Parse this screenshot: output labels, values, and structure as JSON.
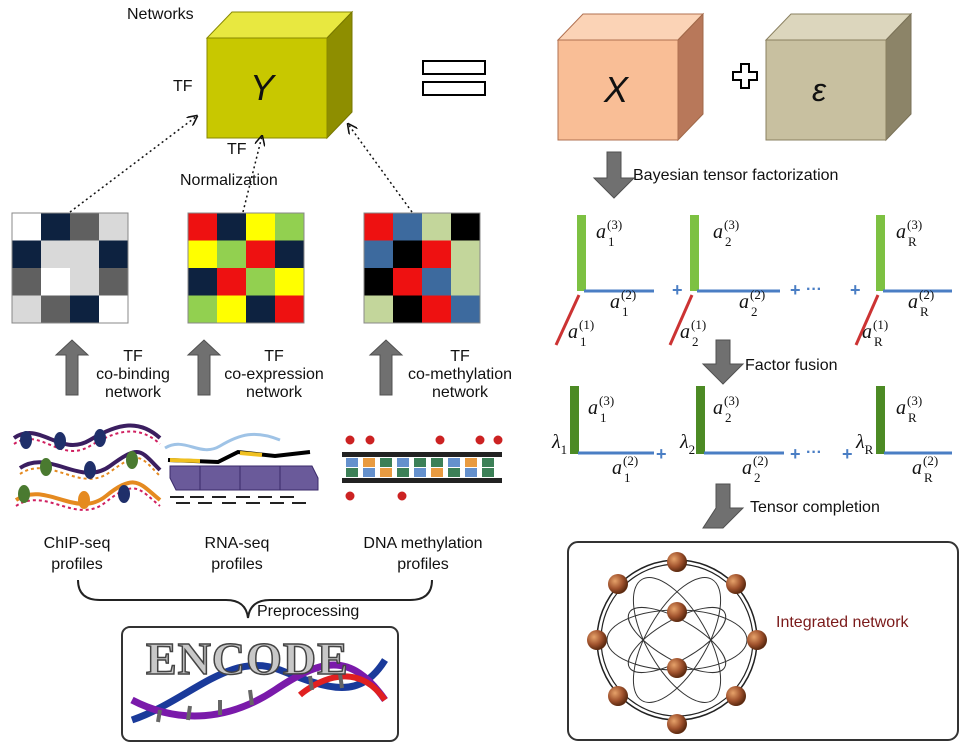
{
  "labels": {
    "networks": "Networks",
    "tf_left": "TF",
    "tf_bottom": "TF",
    "cube_y": "Y",
    "cube_x": "X",
    "cube_eps": "ε",
    "normalization": "Normalization",
    "bayesian": "Bayesian tensor factorization",
    "factor_fusion": "Factor fusion",
    "tensor_completion": "Tensor completion",
    "integrated_network": "Integrated network",
    "preprocessing": "Preprocessing",
    "encode": "ENCODE"
  },
  "matrices": [
    {
      "name": "co-binding",
      "cells": [
        [
          "#ffffff",
          "#0d2240",
          "#606060",
          "#d9d9d9"
        ],
        [
          "#0d2240",
          "#d9d9d9",
          "#d9d9d9",
          "#0d2240"
        ],
        [
          "#606060",
          "#ffffff",
          "#d9d9d9",
          "#606060"
        ],
        [
          "#d9d9d9",
          "#606060",
          "#0d2240",
          "#ffffff"
        ]
      ]
    },
    {
      "name": "co-expression",
      "cells": [
        [
          "#ee1111",
          "#0d2240",
          "#ffff00",
          "#92d050"
        ],
        [
          "#ffff00",
          "#92d050",
          "#ee1111",
          "#0d2240"
        ],
        [
          "#0d2240",
          "#ee1111",
          "#92d050",
          "#ffff00"
        ],
        [
          "#92d050",
          "#ffff00",
          "#0d2240",
          "#ee1111"
        ]
      ]
    },
    {
      "name": "co-methylation",
      "cells": [
        [
          "#ee1111",
          "#3d6a9e",
          "#c3d69b",
          "#000000"
        ],
        [
          "#3d6a9e",
          "#000000",
          "#ee1111",
          "#c3d69b"
        ],
        [
          "#000000",
          "#ee1111",
          "#3d6a9e",
          "#c3d69b"
        ],
        [
          "#c3d69b",
          "#000000",
          "#ee1111",
          "#3d6a9e"
        ]
      ]
    }
  ],
  "network_labels": [
    {
      "line1": "TF",
      "line2": "co-binding",
      "line3": "network"
    },
    {
      "line1": "TF",
      "line2": "co-expression",
      "line3": "network"
    },
    {
      "line1": "TF",
      "line2": "co-methylation",
      "line3": "network"
    }
  ],
  "profiles": [
    {
      "line1": "ChIP-seq",
      "line2": "profiles"
    },
    {
      "line1": "RNA-seq",
      "line2": "profiles"
    },
    {
      "line1": "DNA methylation",
      "line2": "profiles"
    }
  ],
  "factor_labels": {
    "a1_3": "a",
    "sub_1": "1",
    "sup_3": "(3)",
    "sup_2": "(2)",
    "sup_1": "(1)",
    "sub_2": "2",
    "sub_R": "R",
    "lambda": "λ"
  },
  "colors": {
    "cube_y": "#c8c800",
    "cube_x": "#f9be96",
    "cube_eps": "#c8c0a0",
    "mode1": "#cc3333",
    "mode2": "#4a7ec4",
    "mode3": "#7dc142",
    "arrow": "#707070",
    "node": "#a0522d",
    "integrated_text": "#7b1a1a"
  }
}
